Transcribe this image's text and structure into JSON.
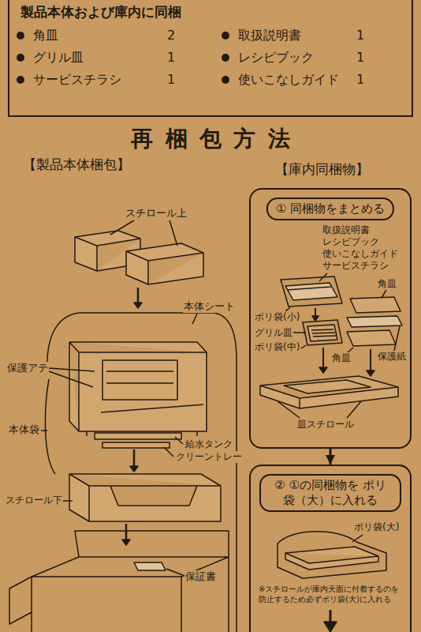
{
  "diagram": {
    "title": "再梱包方法",
    "nodes": [
      {
        "text": [
          "製品本体および庫内に同梱",
          "角皿",
          "2",
          "グリル皿",
          "1",
          "サービスチラシ",
          "1",
          "取扱説明書",
          "1",
          "レシピブック",
          "1",
          "使いこなしガイド",
          "1"
        ]
      },
      {
        "text": [
          "① 同梱物をまとめる"
        ]
      },
      {
        "text": [
          "② ①の同梱物を ポリ袋（大）に入れる",
          "※スチロールが庫内天面に付着するのを防止するため必ずポリ袋(大)に入れる"
        ]
      }
    ],
    "edges": [
      {
        "from": 1,
        "to": 2,
        "arrow": "to"
      }
    ],
    "labels": [
      "【製品本体梱包】",
      "【庫内同梱物】",
      "スチロール上",
      "本体シート",
      "保護アテ",
      "本体袋",
      "給水タンク",
      "クリーントレー",
      "スチロール下",
      "保証書",
      "取扱説明書",
      "レシピブック",
      "使いこなしガイド",
      "サービスチラシ",
      "角皿",
      "ポリ袋(小)",
      "グリル皿",
      "ポリ袋(中)",
      "保護紙",
      "角皿",
      "皿スチロール",
      "ポリ袋(大)"
    ]
  }
}
